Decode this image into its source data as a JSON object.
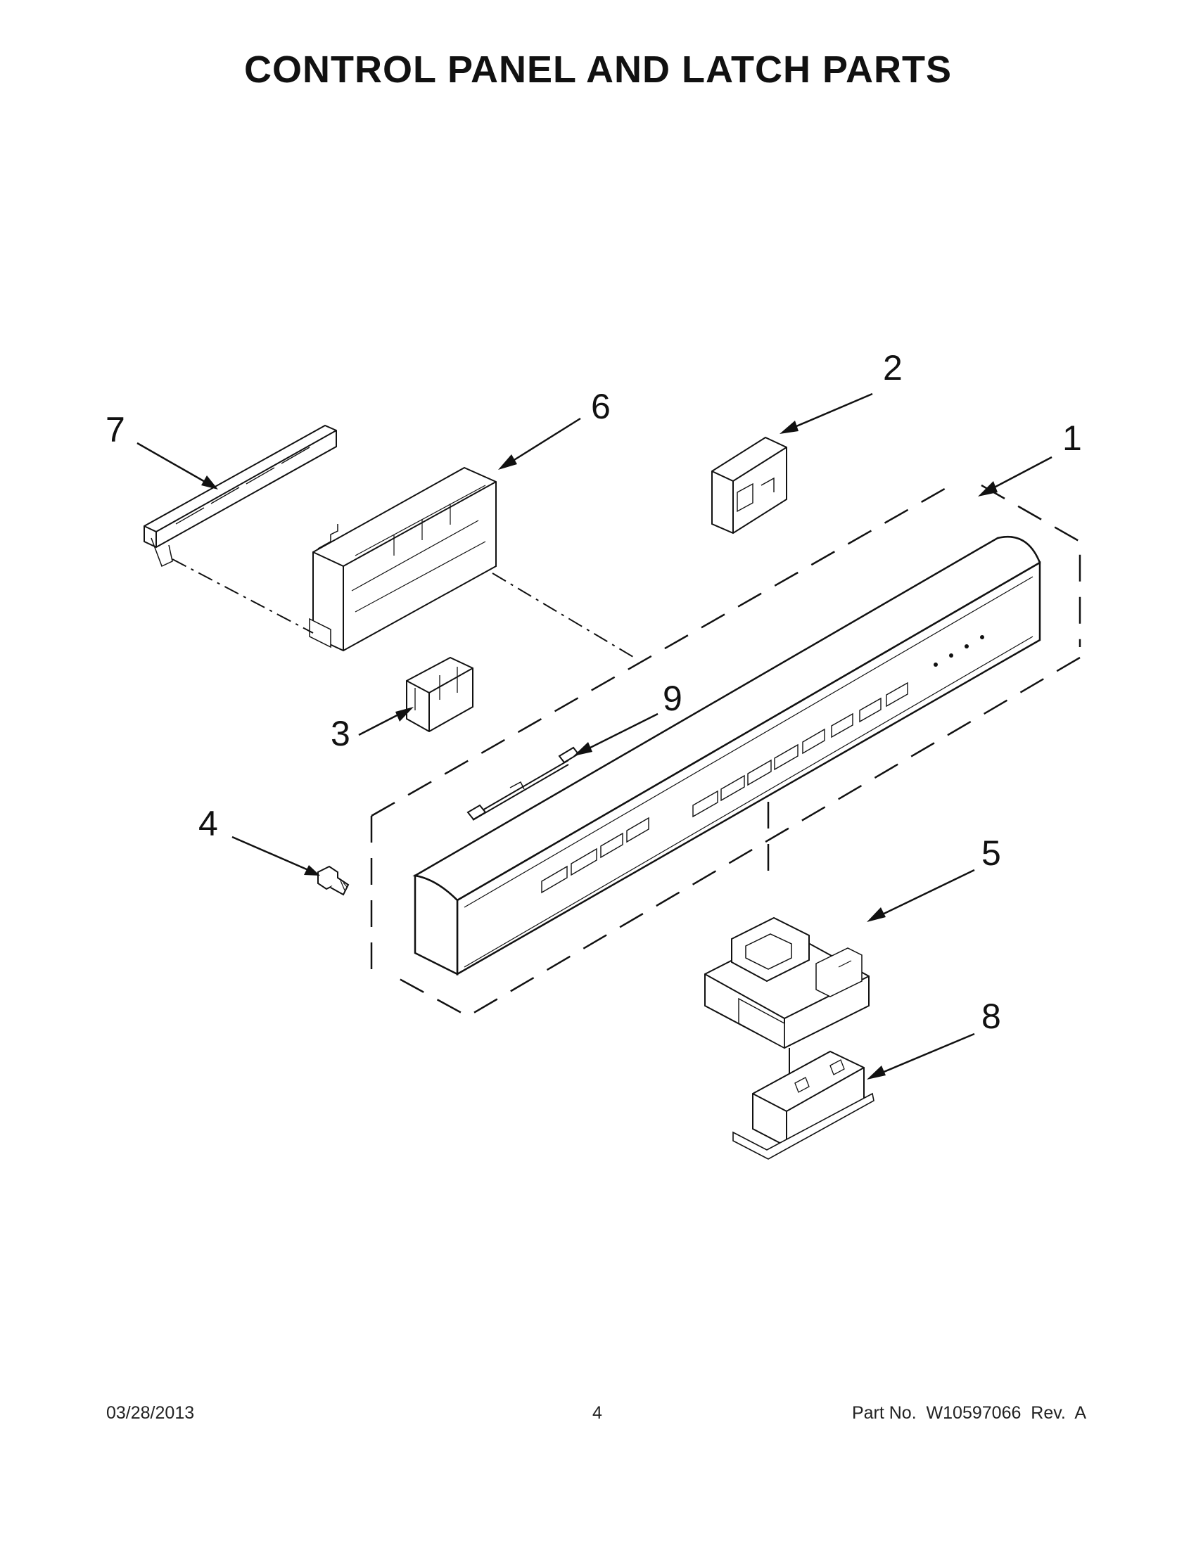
{
  "page": {
    "title": "CONTROL PANEL AND LATCH PARTS"
  },
  "callouts": [
    {
      "id": "1",
      "label": "1"
    },
    {
      "id": "2",
      "label": "2"
    },
    {
      "id": "3",
      "label": "3"
    },
    {
      "id": "4",
      "label": "4"
    },
    {
      "id": "5",
      "label": "5"
    },
    {
      "id": "6",
      "label": "6"
    },
    {
      "id": "7",
      "label": "7"
    },
    {
      "id": "8",
      "label": "8"
    },
    {
      "id": "9",
      "label": "9"
    }
  ],
  "footer": {
    "date": "03/28/2013",
    "page_number": "4",
    "part_number": "Part No.  W10597066  Rev.  A"
  },
  "colors": {
    "line": "#111111",
    "panel_face": "#ffffff",
    "panel_fill": "#f7f7f7"
  }
}
